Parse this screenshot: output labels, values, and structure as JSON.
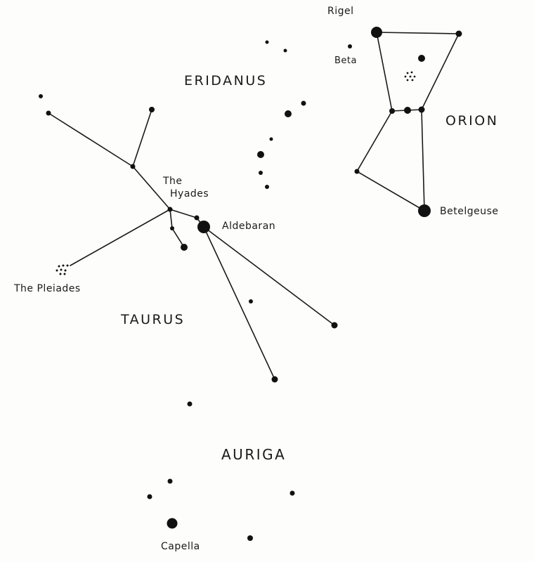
{
  "colors": {
    "ink": "#1a1a1a",
    "paper": "#fdfdfc"
  },
  "constellations": {
    "eridanus": "ERIDANUS",
    "orion": "ORION",
    "taurus": "TAURUS",
    "auriga": "AURIGA"
  },
  "stars": {
    "rigel": "Rigel",
    "beta": "Beta",
    "betelgeuse": "Betelgeuse",
    "hyades": "The Hyades",
    "aldebaran": "Aldebaran",
    "pleiades": "The Pleiades",
    "capella": "Capella"
  }
}
